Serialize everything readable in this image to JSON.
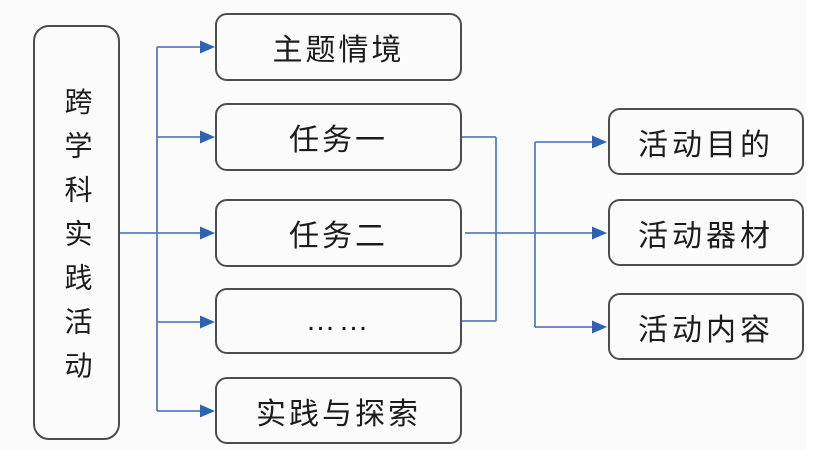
{
  "diagram": {
    "type": "flowchart",
    "root": {
      "label": "跨学科实践活动"
    },
    "level2": [
      {
        "label": "主题情境"
      },
      {
        "label": "任务一"
      },
      {
        "label": "任务二"
      },
      {
        "label": "……"
      },
      {
        "label": "实践与探索"
      }
    ],
    "level3": [
      {
        "label": "活动目的"
      },
      {
        "label": "活动器材"
      },
      {
        "label": "活动内容"
      }
    ],
    "edges": [
      {
        "from": "跨学科实践活动",
        "to": "主题情境"
      },
      {
        "from": "跨学科实践活动",
        "to": "任务一"
      },
      {
        "from": "跨学科实践活动",
        "to": "任务二"
      },
      {
        "from": "跨学科实践活动",
        "to": "……"
      },
      {
        "from": "跨学科实践活动",
        "to": "实践与探索"
      },
      {
        "from": "任务一/任务二/……",
        "to": "活动目的"
      },
      {
        "from": "任务一/任务二/……",
        "to": "活动器材"
      },
      {
        "from": "任务一/任务二/……",
        "to": "活动内容"
      }
    ],
    "colors": {
      "connector_line": "#5b7ec4",
      "arrowhead": "#2f62b5",
      "node_border": "#4d4d4d",
      "node_text": "#1c1c1c",
      "canvas_background": "#fbfbfb"
    }
  }
}
